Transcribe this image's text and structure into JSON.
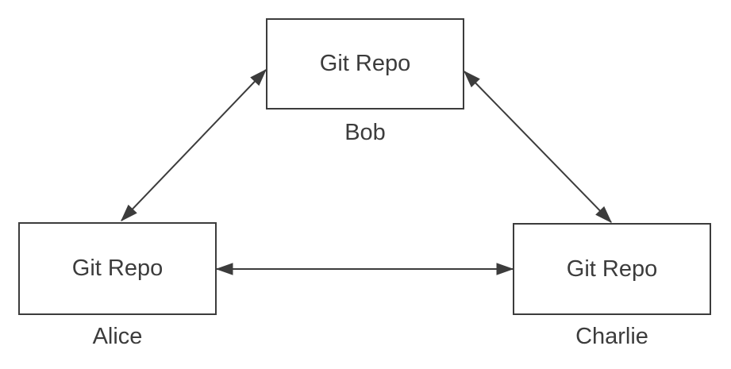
{
  "diagram": {
    "title": "git-repo-peer-sync-diagram",
    "nodes": [
      {
        "id": "bob",
        "box_label": "Git Repo",
        "owner": "Bob"
      },
      {
        "id": "alice",
        "box_label": "Git Repo",
        "owner": "Alice"
      },
      {
        "id": "charlie",
        "box_label": "Git Repo",
        "owner": "Charlie"
      }
    ],
    "edges": [
      {
        "from": "bob",
        "to": "alice",
        "direction": "bidirectional"
      },
      {
        "from": "bob",
        "to": "charlie",
        "direction": "bidirectional"
      },
      {
        "from": "alice",
        "to": "charlie",
        "direction": "bidirectional"
      }
    ],
    "colors": {
      "stroke": "#3c3c3c",
      "text": "#3c3c3c",
      "background": "#ffffff"
    }
  }
}
